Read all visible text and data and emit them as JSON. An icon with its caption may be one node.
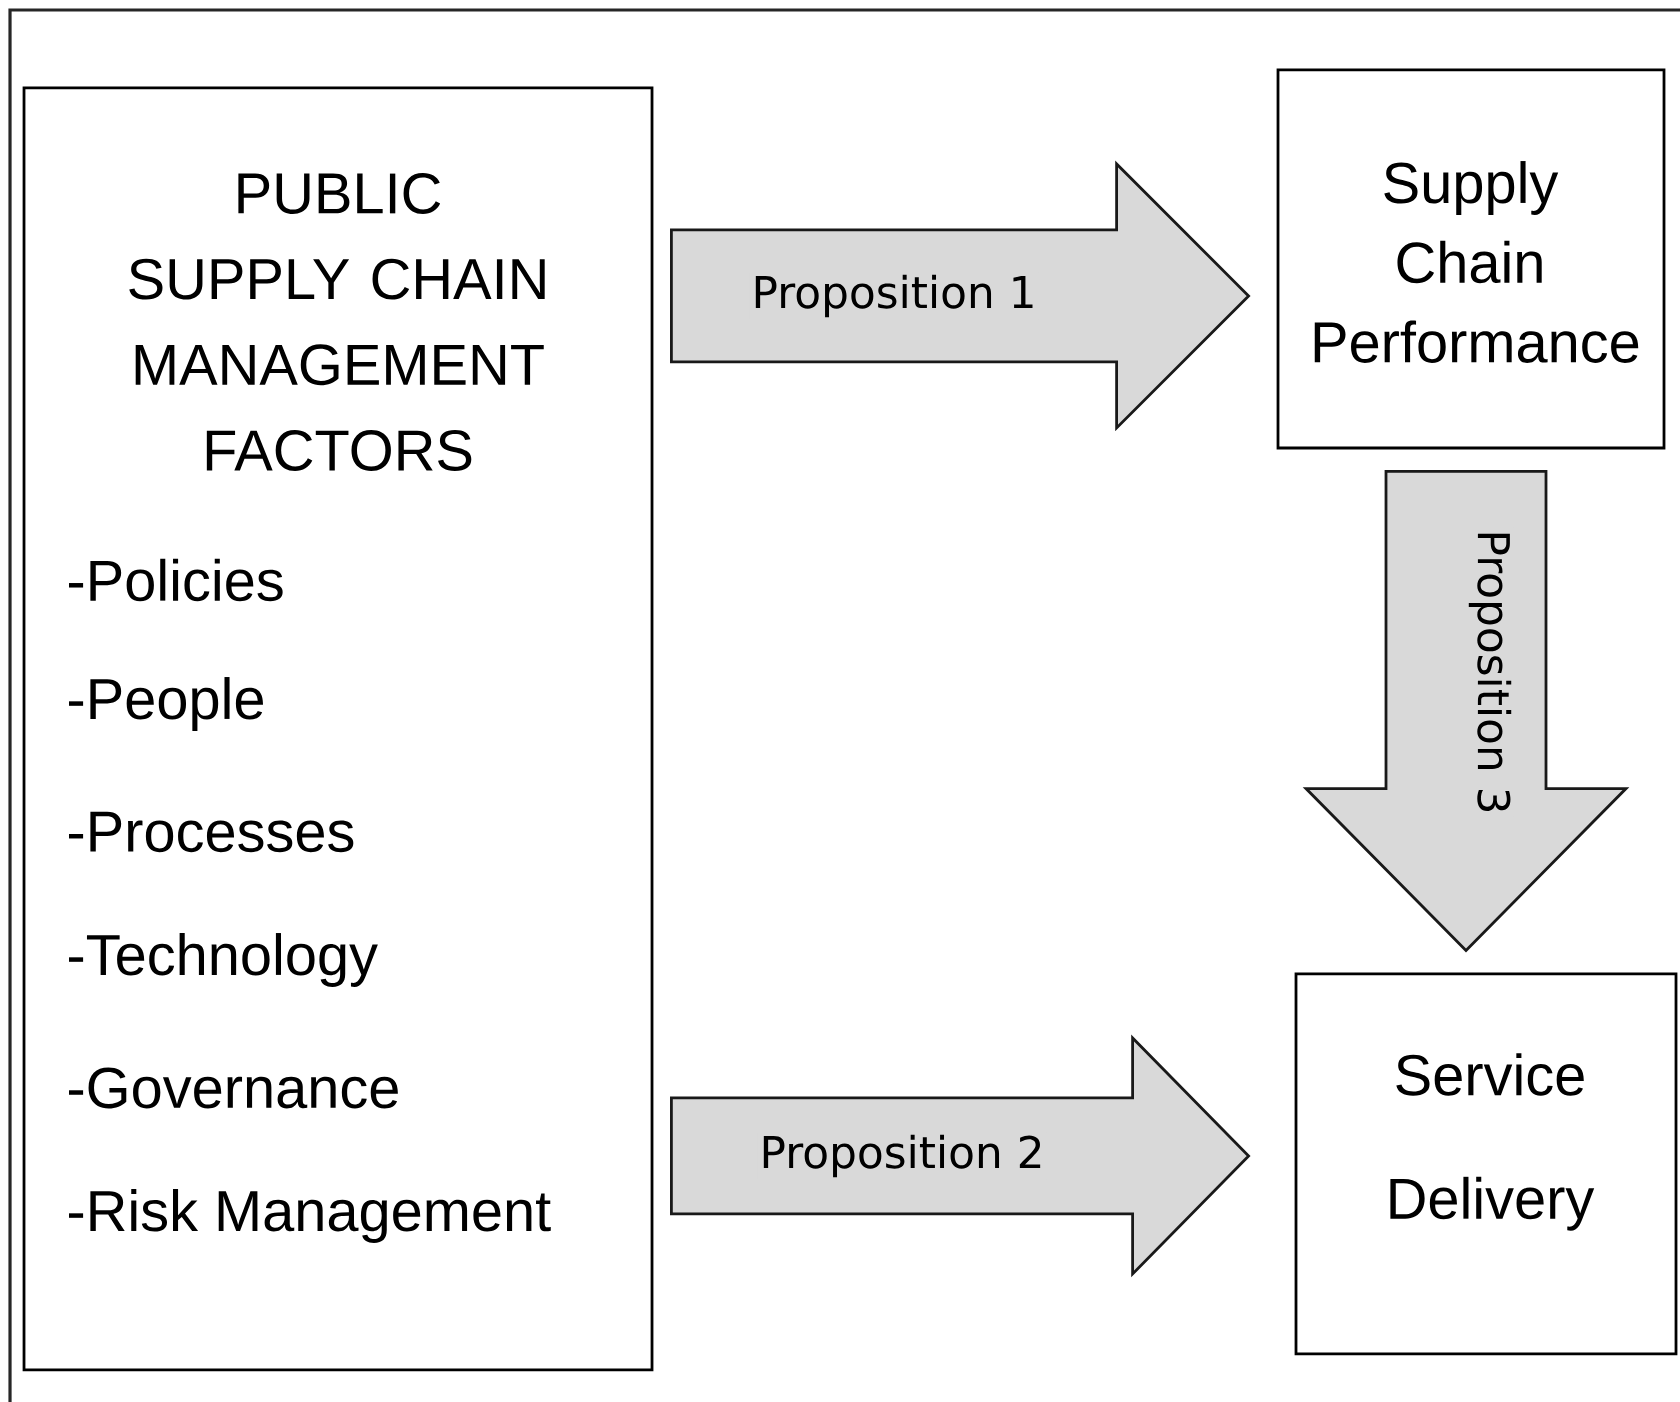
{
  "diagram": {
    "nodes": [
      {
        "text": [
          "PUBLIC SUPPLY CHAIN MANAGEMENT FACTORS",
          "-Policies",
          "-People",
          "-Processes",
          "-Technology",
          "-Governance",
          "-Risk Management"
        ]
      },
      {
        "text": [
          "Supply Chain Performance"
        ]
      },
      {
        "text": [
          "Service Delivery"
        ]
      }
    ],
    "edges": [
      {
        "from": 0,
        "to": 1,
        "arrow": "to",
        "label": "Proposition 1"
      },
      {
        "from": 0,
        "to": 2,
        "arrow": "to",
        "label": "Proposition 2"
      },
      {
        "from": 1,
        "to": 2,
        "arrow": "to",
        "label": "Proposition 3"
      }
    ]
  }
}
